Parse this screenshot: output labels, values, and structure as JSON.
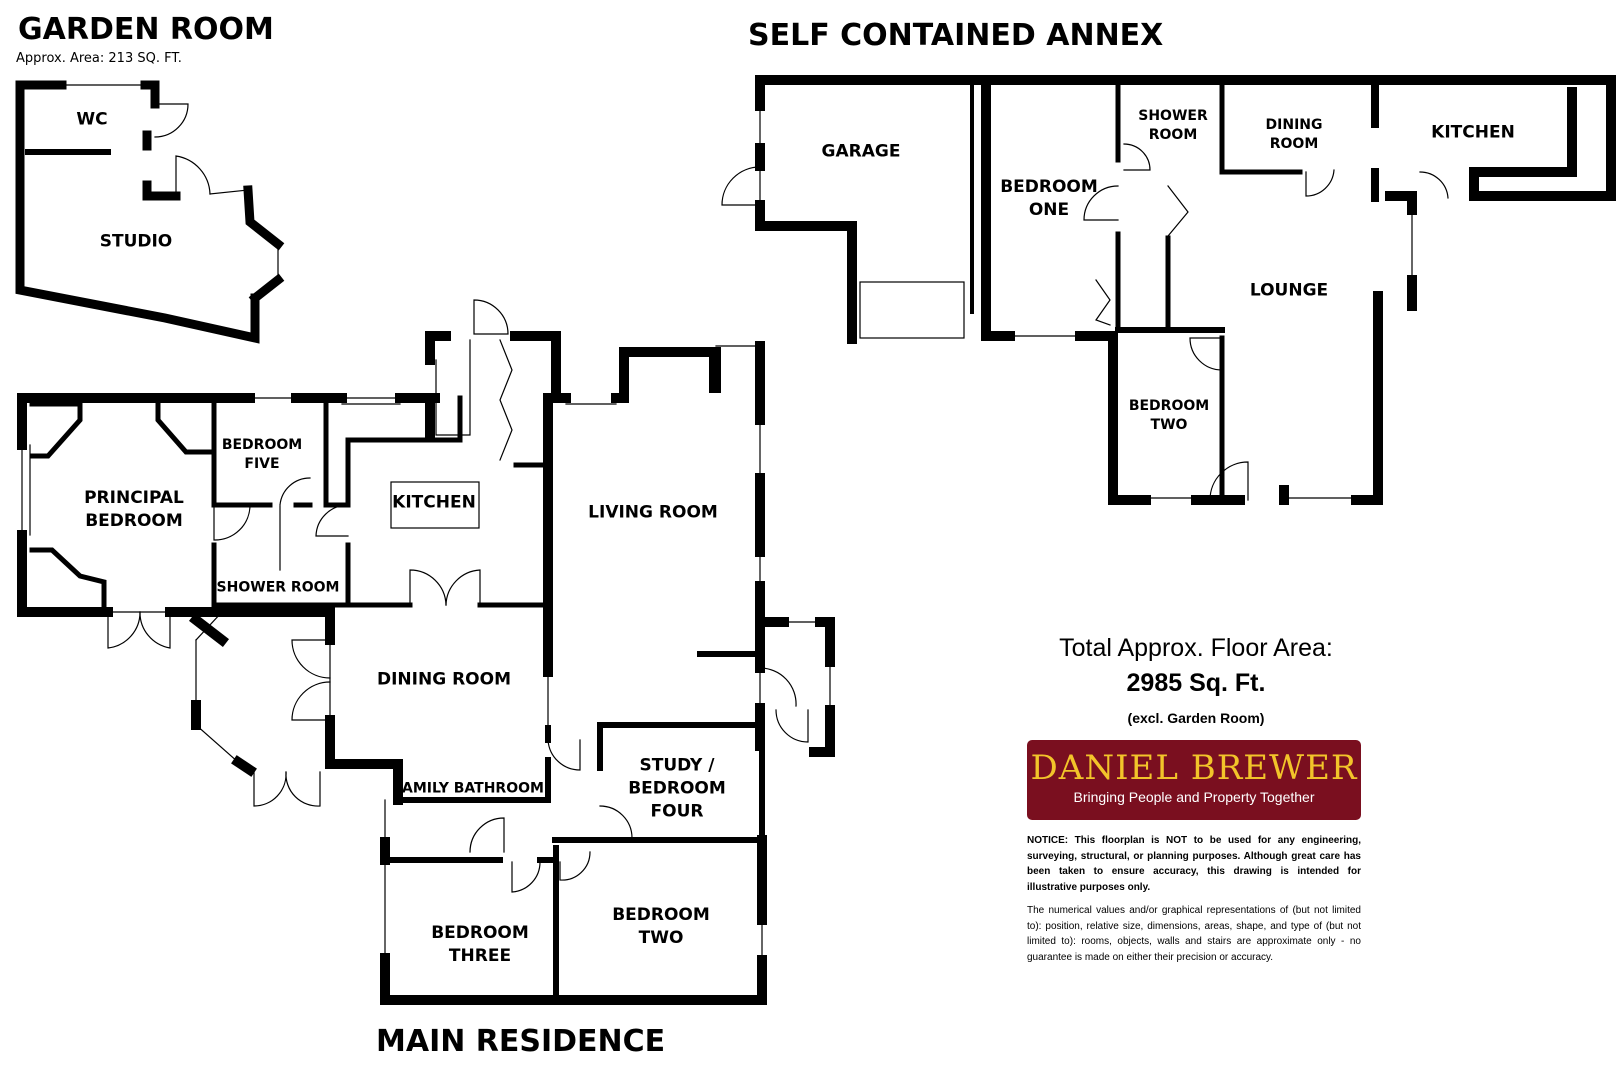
{
  "sections": {
    "garden_room": "GARDEN ROOM",
    "garden_room_area": "Approx. Area: 213 SQ. FT.",
    "annex": "SELF CONTAINED ANNEX",
    "main": "MAIN RESIDENCE"
  },
  "rooms": {
    "wc": "WC",
    "studio": "STUDIO",
    "garage": "GARAGE",
    "annex_bedroom_one": "BEDROOM\nONE",
    "annex_shower_room": "SHOWER\nROOM",
    "annex_dining_room": "DINING\nROOM",
    "annex_kitchen": "KITCHEN",
    "annex_lounge": "LOUNGE",
    "annex_bedroom_two": "BEDROOM\nTWO",
    "principal_bedroom": "PRINCIPAL\nBEDROOM",
    "bedroom_five": "BEDROOM\nFIVE",
    "shower_room": "SHOWER ROOM",
    "kitchen": "KITCHEN",
    "living_room": "LIVING ROOM",
    "dining_room": "DINING ROOM",
    "family_bathroom": "FAMILY BATHROOM",
    "study_bedroom_four": "STUDY /\nBEDROOM\nFOUR",
    "bedroom_three": "BEDROOM\nTHREE",
    "bedroom_two": "BEDROOM\nTWO"
  },
  "area": {
    "label": "Total Approx. Floor Area:",
    "value": "2985 Sq. Ft.",
    "note": "(excl. Garden Room)"
  },
  "brand": {
    "name": "DANIEL BREWER",
    "tagline": "Bringing People and Property Together",
    "background_color": "#7a0f1f",
    "name_color": "#f2c42a"
  },
  "notice": {
    "bold": "NOTICE: This floorplan is NOT to be used for any engineering, surveying, structural, or planning purposes. Although great care has been taken to ensure accuracy, this drawing is intended for illustrative purposes only.",
    "normal": "The numerical values and/or graphical representations of (but not limited to): position, relative size, dimensions, areas, shape, and type of (but not limited to): rooms, objects, walls and stairs are approximate only - no guarantee is made on either their precision or accuracy."
  }
}
